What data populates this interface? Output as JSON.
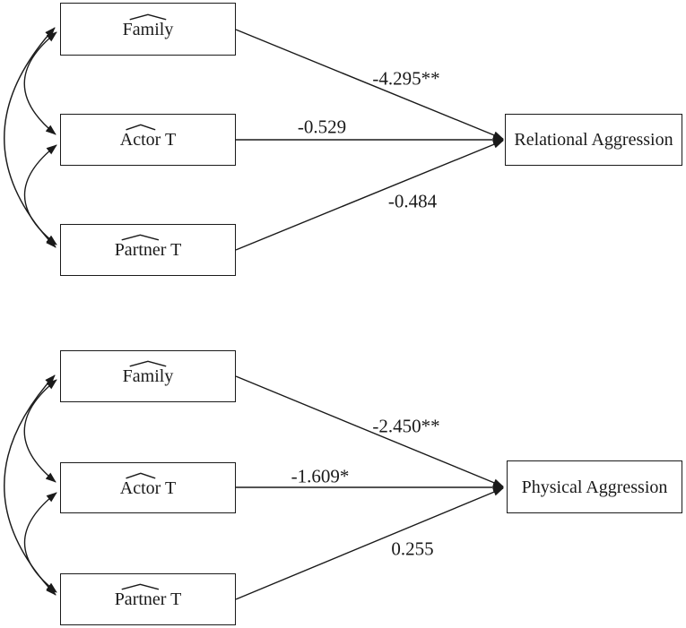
{
  "diagram": {
    "type": "structural-path-model",
    "colors": {
      "stroke": "#1a1a1a",
      "background": "#ffffff"
    },
    "panels": [
      {
        "id": "relational",
        "outcome_label": "Relational Aggression",
        "predictors": [
          {
            "word": "Family",
            "suffix": "",
            "coefficient": "-4.295**"
          },
          {
            "word": "Actor",
            "suffix": " T",
            "coefficient": "-0.529"
          },
          {
            "word": "Partner",
            "suffix": " T",
            "coefficient": "-0.484"
          }
        ]
      },
      {
        "id": "physical",
        "outcome_label": "Physical Aggression",
        "predictors": [
          {
            "word": "Family",
            "suffix": "",
            "coefficient": "-2.450**"
          },
          {
            "word": "Actor",
            "suffix": " T",
            "coefficient": "-1.609*"
          },
          {
            "word": "Partner",
            "suffix": " T",
            "coefficient": "0.255"
          }
        ]
      }
    ]
  }
}
